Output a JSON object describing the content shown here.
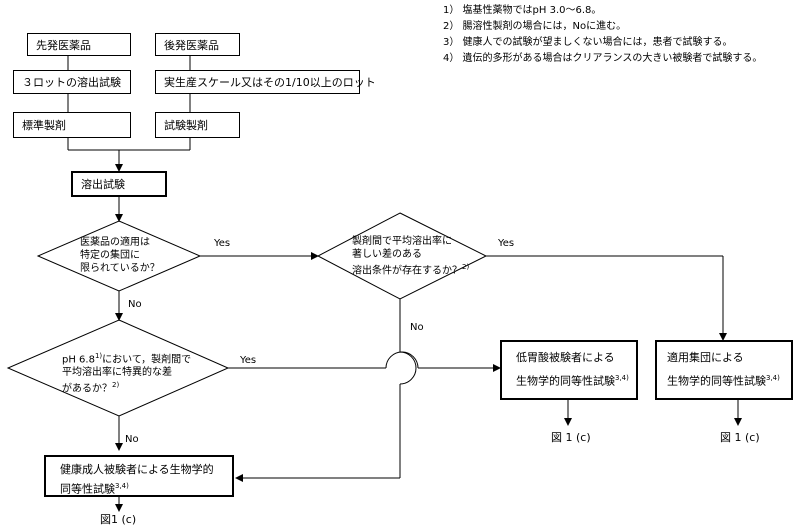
{
  "notes": [
    "1） 塩基性薬物ではpH 3.0～6.8。",
    "2） 腸溶性製剤の場合には，Noに進む。",
    "3） 健康人での試験が望ましくない場合には，患者で試験する。",
    "4） 遺伝的多形がある場合はクリアランスの大きい被験者で試験する。"
  ],
  "boxes": {
    "innovator": "先発医薬品",
    "generic": "後発医薬品",
    "three_lots": "３ロットの溶出試験",
    "production_scale": "実生産スケール又はその1/10以上のロット",
    "reference": "標準製剤",
    "test": "試験製剤",
    "dissolution": "溶出試験"
  },
  "decisions": {
    "d1": [
      "医薬品の適用は",
      "特定の集団に",
      "限られているか？"
    ],
    "d2": [
      "製剤間で平均溶出率に",
      "著しい差のある",
      "溶出条件が存在するか？"
    ],
    "d2_sup": "2)",
    "d3": [
      "pH 6.8",
      "において，製剤間で",
      "平均溶出率に特異的な差",
      "があるか？"
    ],
    "d3_sup1": "1)",
    "d3_sup2": "2)"
  },
  "edges": {
    "yes": "Yes",
    "no": "No"
  },
  "outcomes": {
    "low_acid": [
      "低胃酸被験者による",
      "生物学的同等性試験"
    ],
    "applied": [
      "適用集団による",
      "生物学的同等性試験"
    ],
    "healthy": [
      "健康成人被験者による生物学的",
      "同等性試験"
    ],
    "sup": "3,4)"
  },
  "figref": {
    "low_acid": "図 1 (c)",
    "applied": "図 1 (c)",
    "healthy": "図1 (c)"
  }
}
